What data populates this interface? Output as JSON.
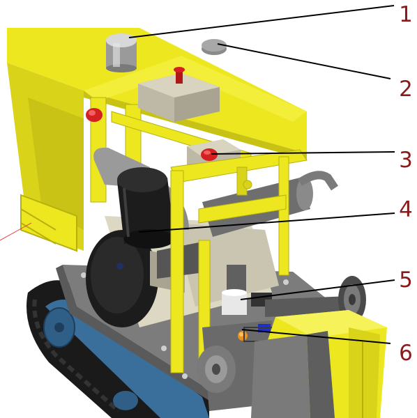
{
  "figure": {
    "callouts": [
      {
        "id": "1",
        "label": "1"
      },
      {
        "id": "2",
        "label": "2"
      },
      {
        "id": "3",
        "label": "3"
      },
      {
        "id": "4",
        "label": "4"
      },
      {
        "id": "5",
        "label": "5"
      },
      {
        "id": "6",
        "label": "6"
      }
    ],
    "colors": {
      "frame_yellow": "#ece71f",
      "frame_shadow": "#b7b10f",
      "track_black": "#1a1a1a",
      "wheel_blue": "#3a6f9c",
      "engine_black": "#1c1c1c",
      "engine_cream": "#dcd8c4",
      "cap_red": "#d42020",
      "callout_text": "#8b1a1a",
      "leader_line": "#000000"
    }
  }
}
